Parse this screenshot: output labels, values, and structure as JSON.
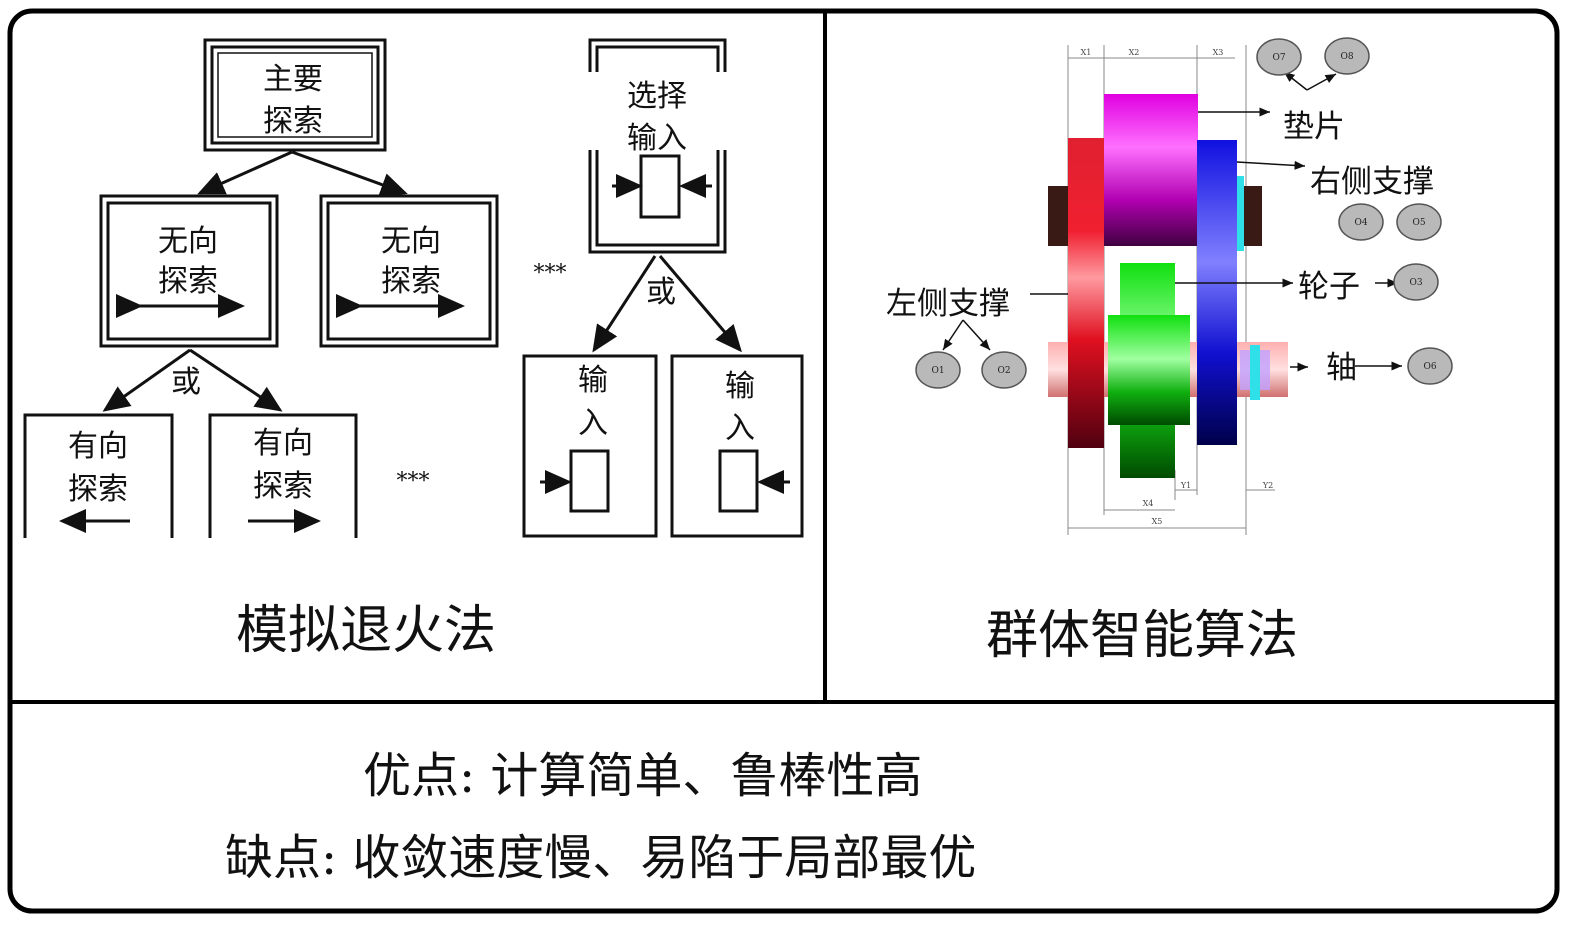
{
  "left_panel": {
    "caption": "模拟退火法",
    "main_box": [
      "主要",
      "探索"
    ],
    "undirected_a": [
      "无向",
      "探索"
    ],
    "undirected_b": [
      "无向",
      "探索"
    ],
    "or_label": "或",
    "directed_a": [
      "有向",
      "探索"
    ],
    "directed_b": [
      "有向",
      "探索"
    ],
    "ellipsis_bottom": "***",
    "ellipsis_mid": "***",
    "select_box": [
      "选择",
      "输入"
    ],
    "or_label_right": "或",
    "input_a": [
      "输",
      "入"
    ],
    "input_b": [
      "输",
      "入"
    ]
  },
  "right_panel": {
    "caption": "群体智能算法",
    "labels": {
      "washer": "垫片",
      "right_support": "右侧支撑",
      "wheel": "轮子",
      "left_support": "左侧支撑",
      "axle": "轴"
    },
    "circles": [
      "O7",
      "O8",
      "O4",
      "O5",
      "O3",
      "O1",
      "O2",
      "O6"
    ],
    "dims": [
      "X1",
      "X2",
      "X3",
      "Y1",
      "X4",
      "X5",
      "Y2"
    ]
  },
  "bottom": {
    "pros": "优点: 计算简单、鲁棒性高",
    "cons": "缺点: 收敛速度慢、易陷于局部最优"
  },
  "colors": {
    "red": "#e0152a",
    "magenta": "#e000e0",
    "blue": "#1a1ae6",
    "green": "#10d010",
    "cyan": "#30e0e8",
    "dark": "#3a1a14",
    "circle": "#b9b9b9"
  }
}
